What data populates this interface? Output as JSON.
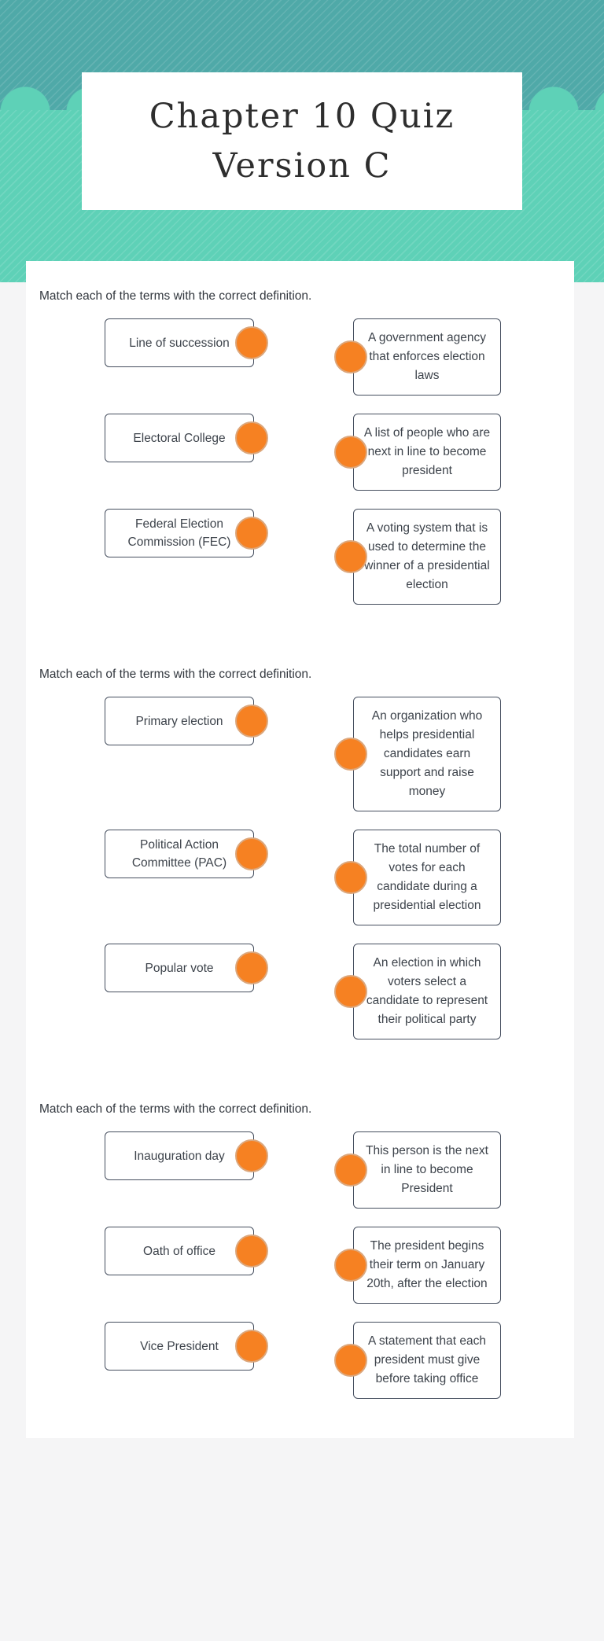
{
  "header": {
    "title_line1": "Chapter 10 Quiz",
    "title_line2": "Version C"
  },
  "colors": {
    "header_teal_dark": "#4fa9a8",
    "header_teal_light": "#5ed1b7",
    "dot_orange": "#f68122",
    "dot_ring": "#dca77c",
    "box_border": "#454e5e",
    "page_background": "#f5f5f6"
  },
  "sections": [
    {
      "instruction": "Match each of the terms with the correct definition.",
      "pairs": [
        {
          "term": "Line of succession",
          "definition": "A government agency that enforces election laws"
        },
        {
          "term": "Electoral College",
          "definition": "A list of people who are next in line to become president"
        },
        {
          "term": "Federal Election Commission (FEC)",
          "definition": "A voting system that is used to determine the winner of a presidential election"
        }
      ]
    },
    {
      "instruction": "Match each of the terms with the correct definition.",
      "pairs": [
        {
          "term": "Primary election",
          "definition": "An organization who helps presidential candidates earn support and raise money"
        },
        {
          "term": "Political Action Committee (PAC)",
          "definition": "The total number of votes for each candidate during a presidential election"
        },
        {
          "term": "Popular vote",
          "definition": "An election in which voters select a candidate to represent their political party"
        }
      ]
    },
    {
      "instruction": "Match each of the terms with the correct definition.",
      "pairs": [
        {
          "term": "Inauguration day",
          "definition": "This person is the next in line to become President"
        },
        {
          "term": "Oath of office",
          "definition": "The president begins their term on January 20th, after the election"
        },
        {
          "term": "Vice President",
          "definition": "A statement that each president must give before taking office"
        }
      ]
    }
  ]
}
